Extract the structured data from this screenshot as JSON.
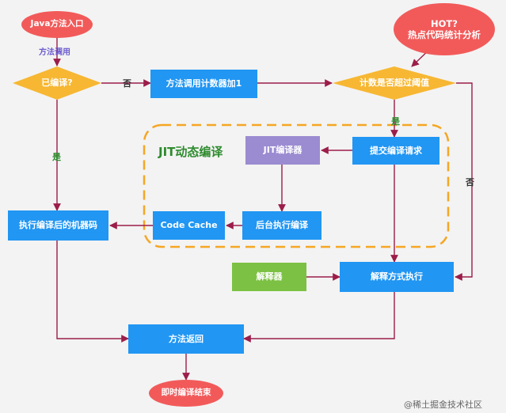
{
  "nodes": {
    "java_entry": "Java方法入口",
    "compiled_q": "已编译?",
    "counter_inc": "方法调用计数器加1",
    "threshold_q": "计数是否超过阈值",
    "hot_line1": "HOT?",
    "hot_line2": "热点代码统计分析",
    "jit_compiler": "JIT编译器",
    "submit_req": "提交编译请求",
    "code_cache": "Code Cache",
    "bg_compile": "后台执行编译",
    "exec_machine": "执行编译后的机器码",
    "interpreter": "解释器",
    "interp_exec": "解释方式执行",
    "method_return": "方法返回",
    "jit_end": "即时编译结束"
  },
  "labels": {
    "method_call": "方法调用",
    "no_top": "否",
    "yes_left": "是",
    "yes_mid": "是",
    "no_right": "否",
    "jit_region": "JIT动态编译"
  },
  "watermark": "@稀土掘金技术社区",
  "colors": {
    "blue": "#2196f3",
    "purple": "#9b8bd1",
    "green": "#7cc143",
    "red": "#f25a5a",
    "orange": "#f5a623",
    "arrow": "#9b1d4a"
  }
}
